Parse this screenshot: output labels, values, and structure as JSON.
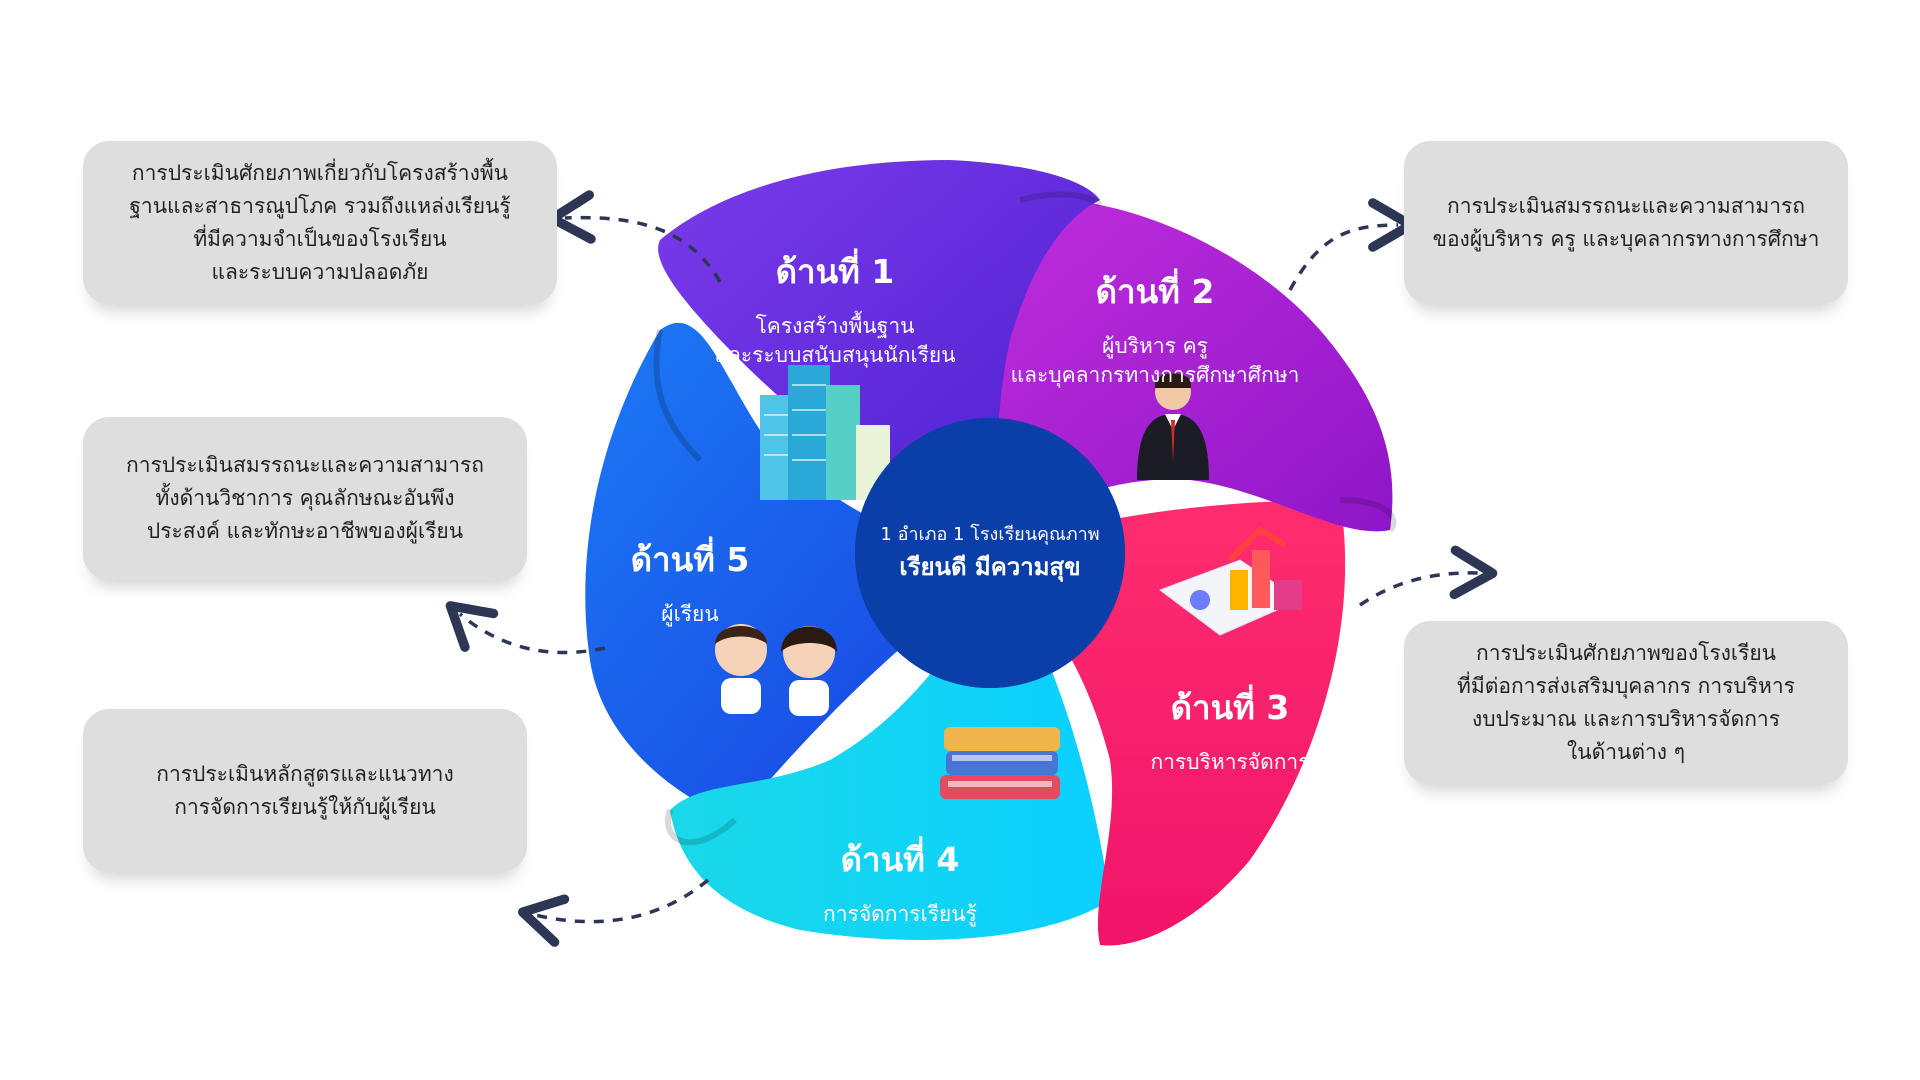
{
  "colors": {
    "segment_1": "#6a2ee0",
    "segment_2": "#b01fd6",
    "segment_3": "#ff1e6a",
    "segment_4": "#12d6f2",
    "segment_5": "#1b5cf0",
    "hub": "#0a3ea8",
    "arrow": "#2e3656",
    "box": "#dedede"
  },
  "hub": {
    "line1": "1 อำเภอ 1 โรงเรียนคุณภาพ",
    "line2": "เรียนดี มีความสุข"
  },
  "segments": [
    {
      "heading": "ด้านที่ 1",
      "sub": "โครงสร้างพื้นฐาน\nและระบบสนับสนุนนักเรียน",
      "icon": "buildings-icon"
    },
    {
      "heading": "ด้านที่ 2",
      "sub": "ผู้บริหาร ครู\nและบุคลากรทางการศึกษาศึกษา",
      "icon": "businessman-icon"
    },
    {
      "heading": "ด้านที่ 3",
      "sub": "การบริหารจัดการ",
      "icon": "analytics-chart-icon"
    },
    {
      "heading": "ด้านที่ 4",
      "sub": "การจัดการเรียนรู้",
      "icon": "books-stack-icon"
    },
    {
      "heading": "ด้านที่ 5",
      "sub": "ผู้เรียน",
      "icon": "students-icon"
    }
  ],
  "boxes": [
    {
      "text": "การประเมินศักยภาพเกี่ยวกับโครงสร้างพื้น\nฐานและสาธารณูปโภค รวมถึงแหล่งเรียนรู้\nที่มีความจำเป็นของโรงเรียน\nและระบบความปลอดภัย"
    },
    {
      "text": "การประเมินสมรรถนะและความสามารถ\nของผู้บริหาร ครู และบุคลากรทางการศึกษา"
    },
    {
      "text": "การประเมินศักยภาพของโรงเรียน\nที่มีต่อการส่งเสริมบุคลากร การบริหาร\nงบประมาณ และการบริหารจัดการ\nในด้านต่าง ๆ"
    },
    {
      "text": "การประเมินหลักสูตรและแนวทาง\nการจัดการเรียนรู้ให้กับผู้เรียน"
    },
    {
      "text": "การประเมินสมรรถนะและความสามารถ\nทั้งด้านวิชาการ คุณลักษณะอันพึง\nประสงค์ และทักษะอาชีพของผู้เรียน"
    }
  ]
}
